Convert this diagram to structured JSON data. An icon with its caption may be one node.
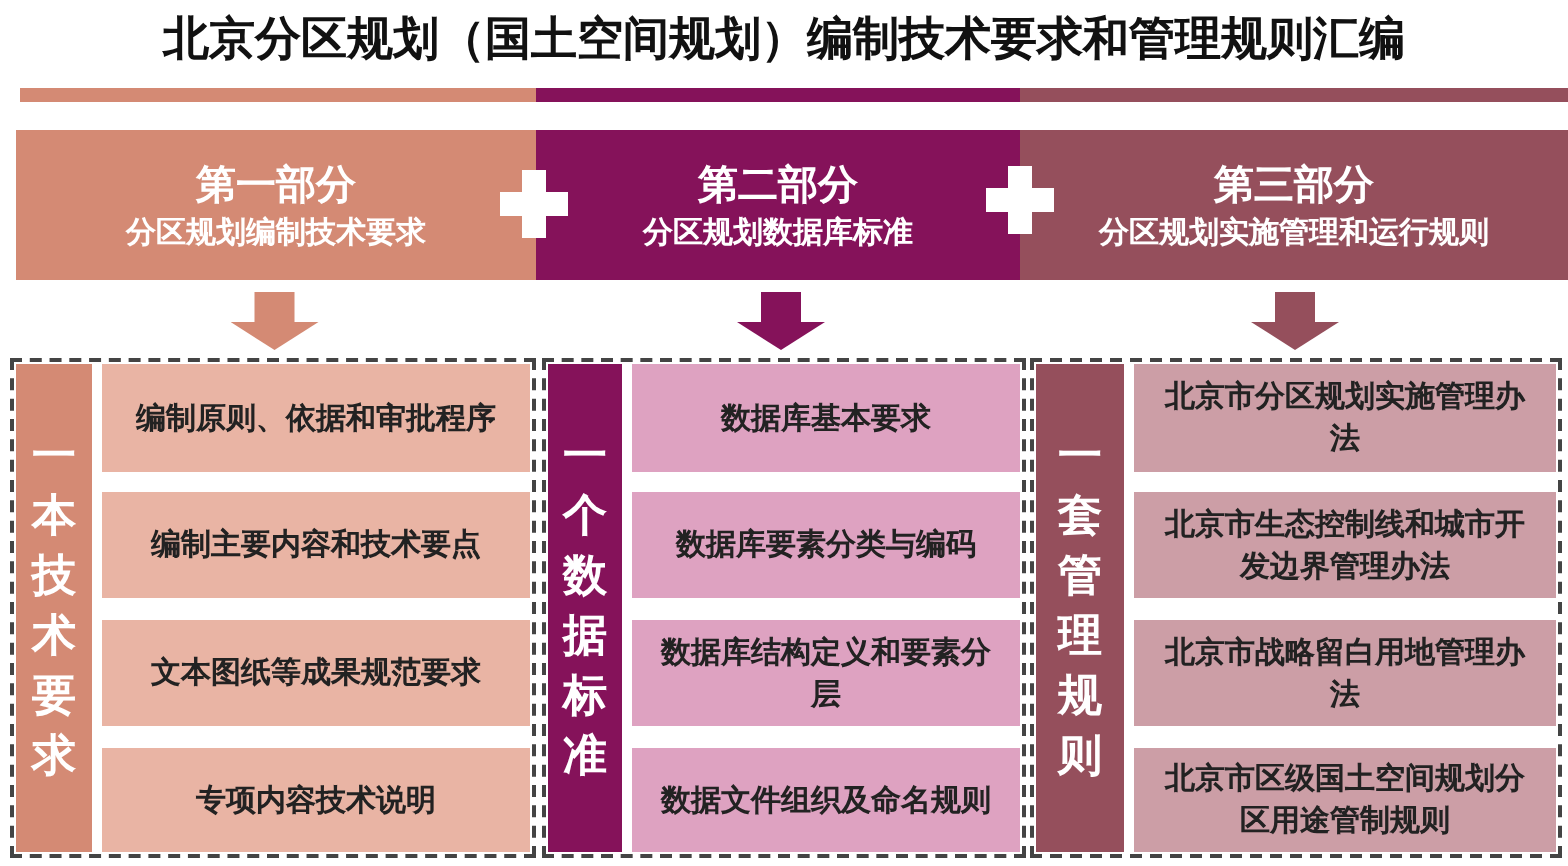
{
  "diagram": {
    "title": "北京分区规划（国土空间规划）编制技术要求和管理规则汇编",
    "nodes": [
      {
        "text": [
          "第一部分",
          "分区规划编制技术要求"
        ]
      },
      {
        "text": [
          "第二部分",
          "分区规划数据库标准"
        ]
      },
      {
        "text": [
          "第三部分",
          "分区规划实施管理和运行规则"
        ]
      },
      {
        "text": [],
        "shape": "box"
      },
      {
        "text": [
          "一本技术要求"
        ],
        "in": 3
      },
      {
        "text": [
          "编制原则、依据和审批程序"
        ],
        "in": 3
      },
      {
        "text": [
          "编制主要内容和技术要点"
        ],
        "in": 3
      },
      {
        "text": [
          "文本图纸等成果规范要求"
        ],
        "in": 3
      },
      {
        "text": [
          "专项内容技术说明"
        ],
        "in": 3
      },
      {
        "text": [],
        "shape": "box"
      },
      {
        "text": [
          "一个数据标准"
        ],
        "in": 9
      },
      {
        "text": [
          "数据库基本要求"
        ],
        "in": 9
      },
      {
        "text": [
          "数据库要素分类与编码"
        ],
        "in": 9
      },
      {
        "text": [
          "数据库结构定义和要素分层"
        ],
        "in": 9
      },
      {
        "text": [
          "数据文件组织及命名规则"
        ],
        "in": 9
      },
      {
        "text": [],
        "shape": "box"
      },
      {
        "text": [
          "一套管理规则"
        ],
        "in": 15
      },
      {
        "text": [
          "北京市分区规划实施管理办法"
        ],
        "in": 15
      },
      {
        "text": [
          "北京市生态控制线和城市开发边界管理办法"
        ],
        "in": 15
      },
      {
        "text": [
          "北京市战略留白用地管理办法"
        ],
        "in": 15
      },
      {
        "text": [
          "北京市区级国土空间规划分区用途管制规则"
        ],
        "in": 15
      }
    ],
    "edges": [
      {
        "from": 0,
        "to": 3,
        "arrow": "to",
        "color": "#d48a74"
      },
      {
        "from": 1,
        "to": 9,
        "arrow": "to",
        "color": "#85125a"
      },
      {
        "from": 2,
        "to": 15,
        "arrow": "to",
        "color": "#954f5c"
      }
    ]
  }
}
